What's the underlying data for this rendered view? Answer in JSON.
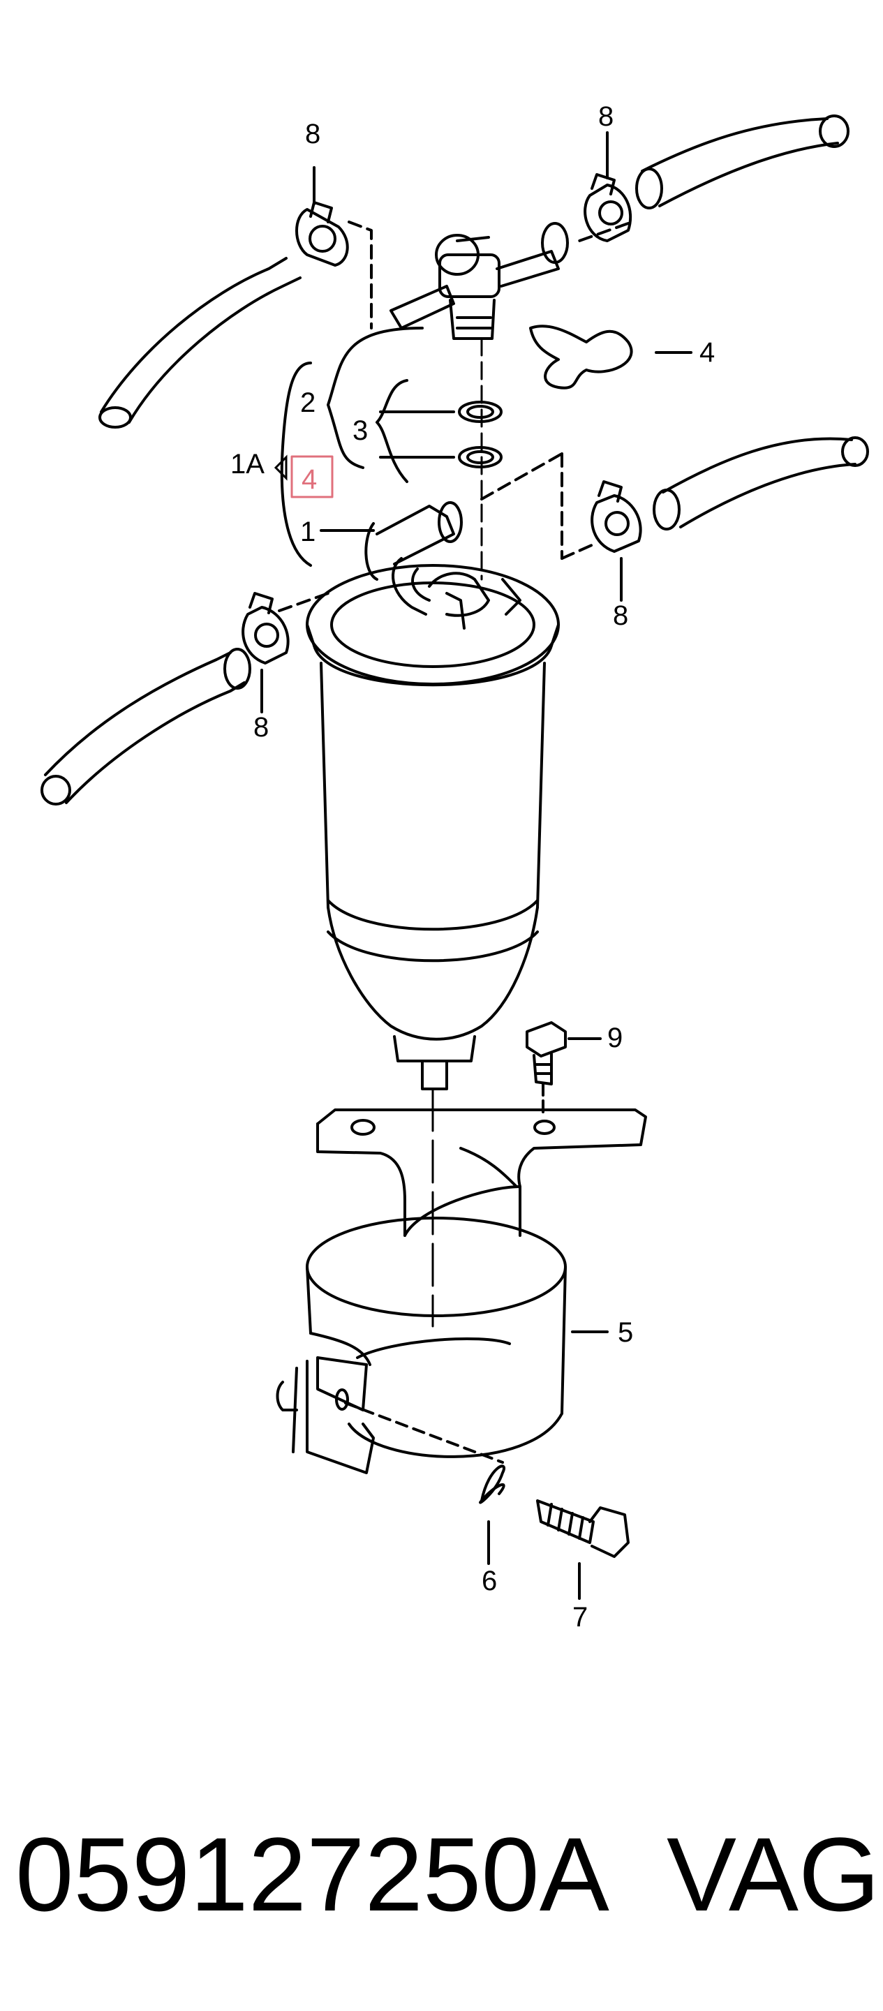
{
  "diagram": {
    "callouts": {
      "c8_left_top": "8",
      "c8_right_top": "8",
      "c4_right": "4",
      "c2": "2",
      "c3": "3",
      "c1A": "1A",
      "c4_box": "4",
      "c1": "1",
      "c8_right_mid": "8",
      "c8_left_mid": "8",
      "c9": "9",
      "c5": "5",
      "c6": "6",
      "c7": "7"
    },
    "highlight_color": "#e0707c",
    "line_color": "#000000"
  },
  "footer": {
    "part_number": "059127250A",
    "brand": "VAG"
  }
}
